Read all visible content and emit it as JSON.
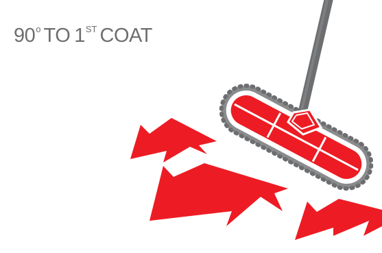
{
  "caption": {
    "number": "90",
    "degree": "o",
    "to": "TO",
    "ordinal_number": "1",
    "ordinal_suffix": "ST",
    "coat": "COAT"
  },
  "colors": {
    "caption_text": "#6d6e70",
    "arrow_red": "#ed1c24",
    "mop_handle": "#6d6e70",
    "mop_fringe": "#808080"
  },
  "icons": [
    "mop-icon",
    "arrow-icon"
  ]
}
